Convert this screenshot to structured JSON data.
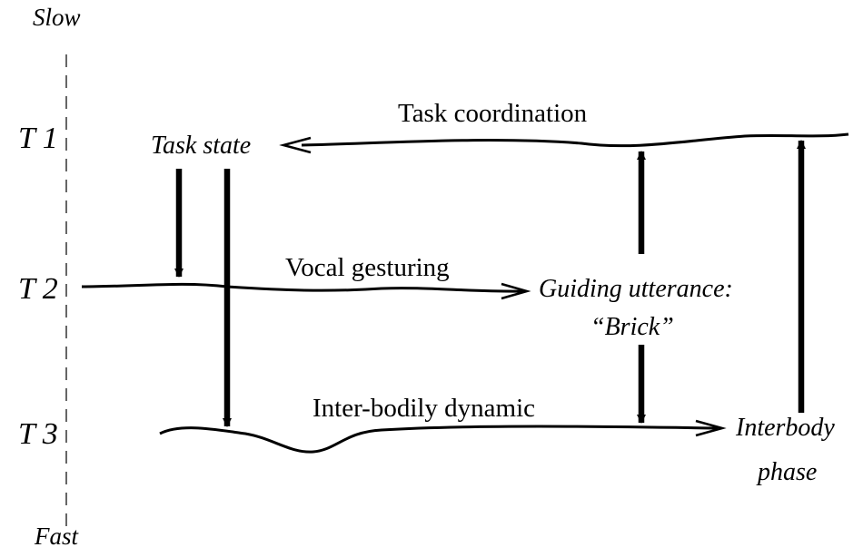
{
  "axis": {
    "top_label": "Slow",
    "bottom_label": "Fast",
    "levels": [
      "T 1",
      "T 2",
      "T 3"
    ]
  },
  "processes": {
    "task": "Task coordination",
    "vocal": "Vocal gesturing",
    "bodily": "Inter-bodily dynamic"
  },
  "states": {
    "task_state": "Task state",
    "guiding_line1": "Guiding utterance:",
    "guiding_line2": "“Brick”",
    "interbody_line1": "Interbody",
    "interbody_line2": "phase"
  }
}
